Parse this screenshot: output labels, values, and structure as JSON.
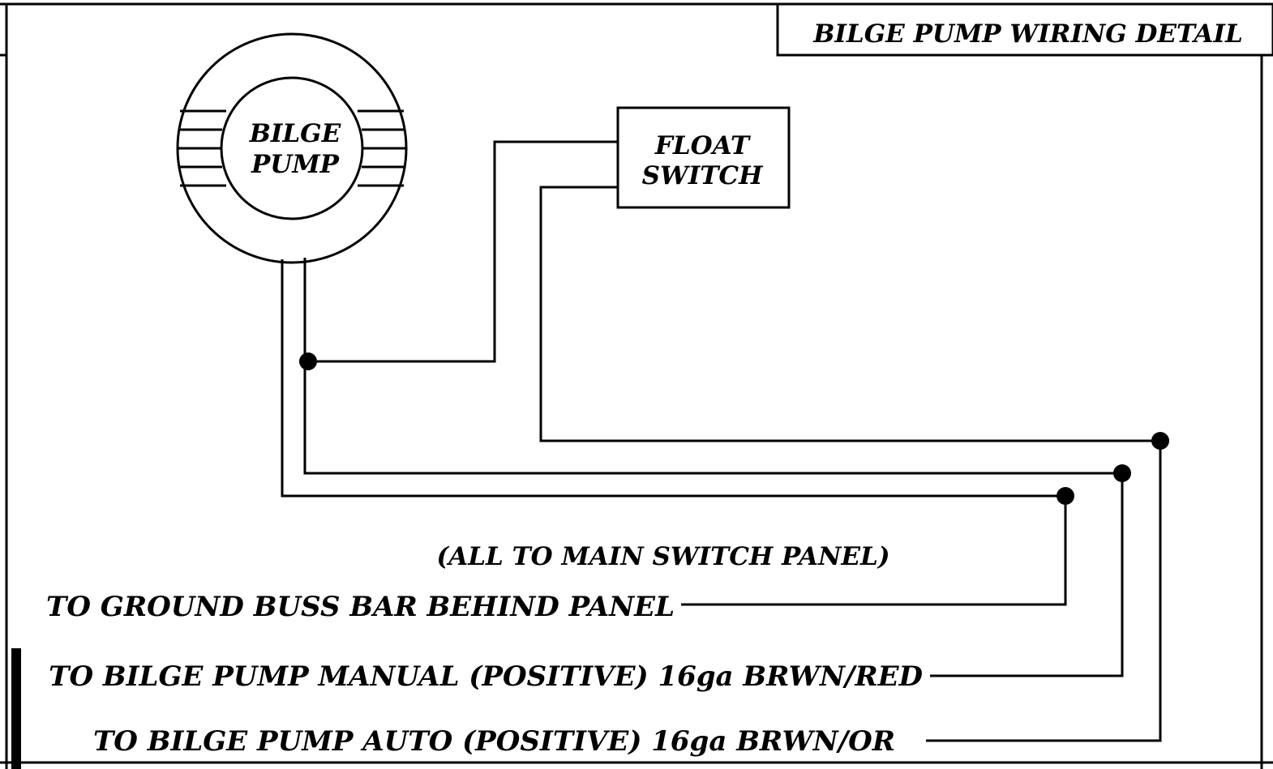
{
  "title": "BILGE PUMP WIRING DETAIL",
  "pump": {
    "line1": "BILGE",
    "line2": "PUMP"
  },
  "float_switch": {
    "line1": "FLOAT",
    "line2": "SWITCH"
  },
  "note": "(ALL TO MAIN SWITCH PANEL)",
  "wires": [
    {
      "label": "TO GROUND BUSS BAR BEHIND PANEL"
    },
    {
      "label": "TO BILGE PUMP MANUAL (POSITIVE) 16ga BRWN/RED"
    },
    {
      "label": "TO BILGE PUMP AUTO (POSITIVE) 16ga BRWN/OR"
    }
  ],
  "colors": {
    "ink": "#000000",
    "paper": "#ffffff"
  }
}
